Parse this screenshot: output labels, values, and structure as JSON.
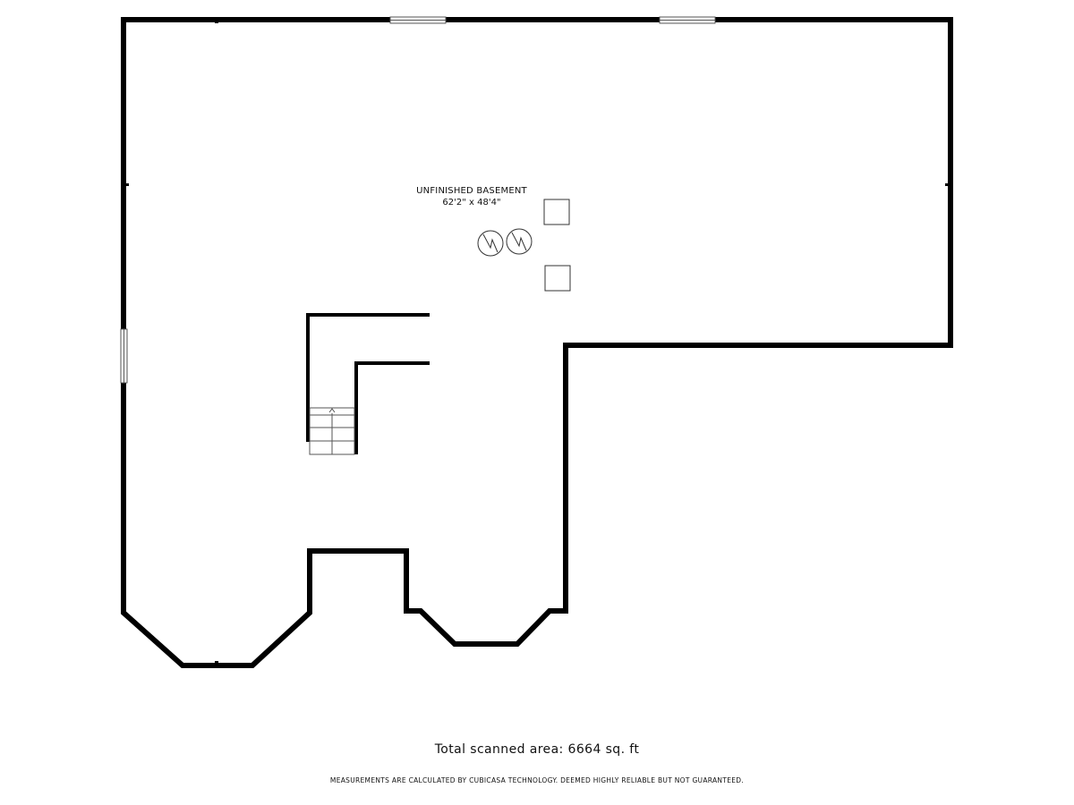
{
  "colors": {
    "wall": "#000000",
    "background": "#ffffff",
    "fixture_stroke": "#333333"
  },
  "room": {
    "name": "UNFINISHED BASEMENT",
    "dimensions": "62'2\" x 48'4\""
  },
  "fixtures": [
    "water-heater-icon",
    "water-heater-icon",
    "support-post-icon",
    "support-post-icon",
    "stairs-icon"
  ],
  "footer": {
    "total_area": "Total scanned area: 6664 sq. ft",
    "disclaimer": "MEASUREMENTS ARE CALCULATED BY CUBICASA TECHNOLOGY. DEEMED HIGHLY RELIABLE BUT NOT GUARANTEED."
  }
}
